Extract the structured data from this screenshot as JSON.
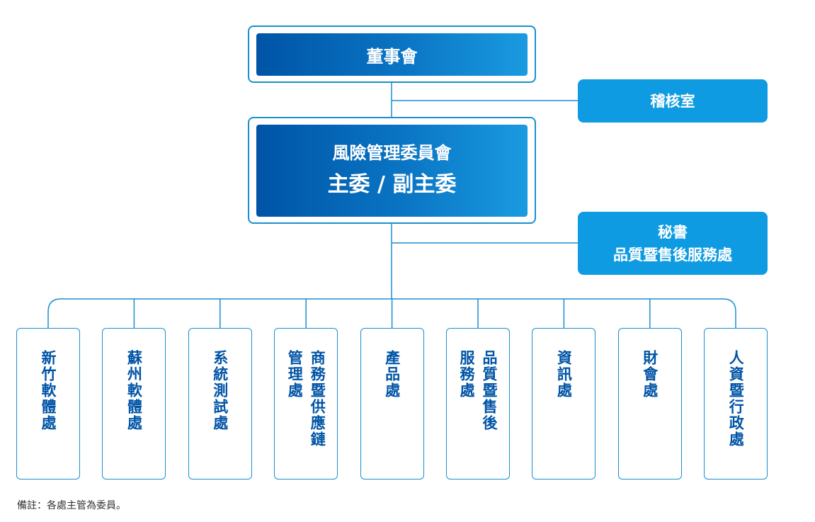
{
  "board": "董事會",
  "audit": "稽核室",
  "committee": {
    "title": "風險管理委員會",
    "chair": "主委 / 副主委"
  },
  "secretary": {
    "line1": "秘書",
    "line2": "品質暨售後服務處"
  },
  "departments": [
    {
      "id": "hsinchu-software",
      "cols": [
        "新竹軟體處"
      ]
    },
    {
      "id": "suzhou-software",
      "cols": [
        "蘇州軟體處"
      ]
    },
    {
      "id": "system-test",
      "cols": [
        "系統測試處"
      ]
    },
    {
      "id": "business-supply",
      "cols": [
        "商務暨供應鏈",
        "管理處"
      ]
    },
    {
      "id": "product",
      "cols": [
        "產品處"
      ]
    },
    {
      "id": "quality-service",
      "cols": [
        "品質暨售後",
        "服務處"
      ]
    },
    {
      "id": "information",
      "cols": [
        "資訊處"
      ]
    },
    {
      "id": "finance",
      "cols": [
        "財會處"
      ]
    },
    {
      "id": "hr-admin",
      "cols": [
        "人資暨行政處"
      ]
    }
  ],
  "note": "備註：各處主管為委員。",
  "colors": {
    "primary": "#0054a6",
    "accent": "#0f9be2",
    "line": "#1a8fd0"
  }
}
